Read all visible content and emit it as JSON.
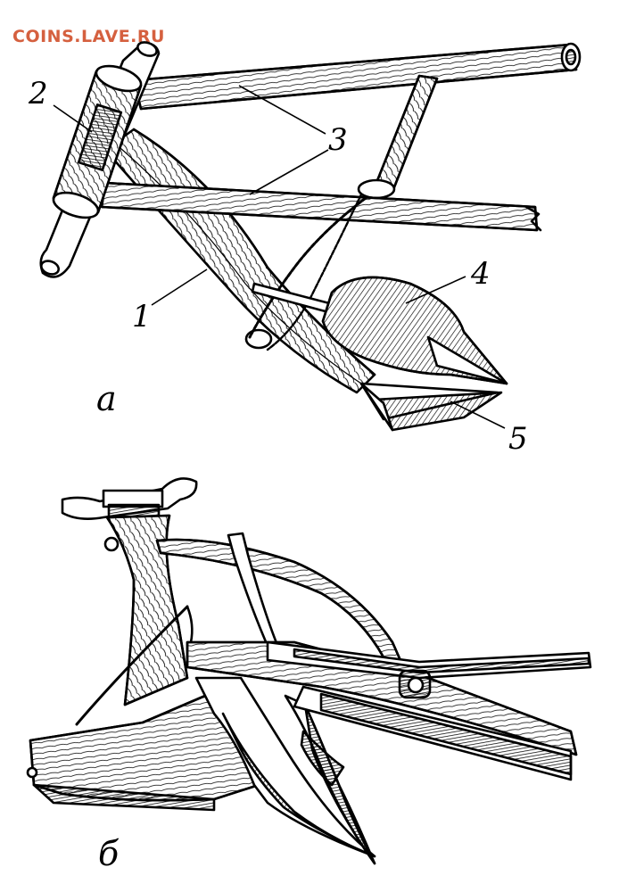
{
  "watermark": {
    "text": "COINS.LAVE.RU",
    "color": "#d5603f"
  },
  "figure_a": {
    "panel_label": "а",
    "callouts": {
      "c1": "1",
      "c2": "2",
      "c3": "3",
      "c4": "4",
      "c5": "5"
    }
  },
  "figure_b": {
    "panel_label": "б"
  },
  "colors": {
    "ink": "#000000",
    "paper": "#ffffff"
  }
}
